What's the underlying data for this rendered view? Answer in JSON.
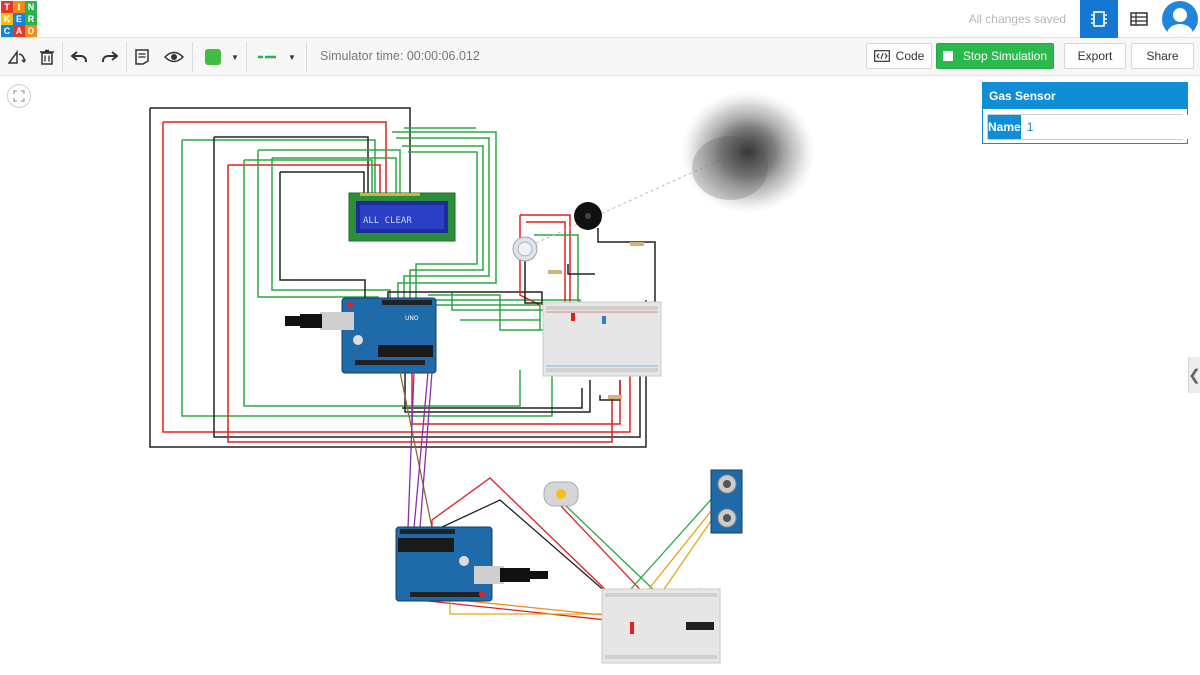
{
  "header": {
    "logo_letters": [
      "T",
      "I",
      "N",
      "K",
      "E",
      "R",
      "C",
      "A",
      "D"
    ],
    "logo_colors": [
      "#e23a27",
      "#f08b17",
      "#2ab34b",
      "#f2c314",
      "#1682d8",
      "#2ab34b",
      "#1682d8",
      "#e23a27",
      "#f08b17"
    ],
    "save_status": "All changes saved"
  },
  "toolbar": {
    "simulator_time": "Simulator time: 00:00:06.012",
    "code_label": "Code",
    "stop_label": "Stop Simulation",
    "export_label": "Export",
    "share_label": "Share",
    "color_swatch": "#3fbf3f",
    "wire_color": "#2ab34b"
  },
  "canvas": {
    "lcd_text": "ALL CLEAR",
    "arduino_label": "UNO"
  },
  "inspector": {
    "title": "Gas Sensor",
    "name_label": "Name",
    "name_value": "1"
  },
  "colors": {
    "accent": "#0f8ed6",
    "green_button": "#2ab94d"
  }
}
